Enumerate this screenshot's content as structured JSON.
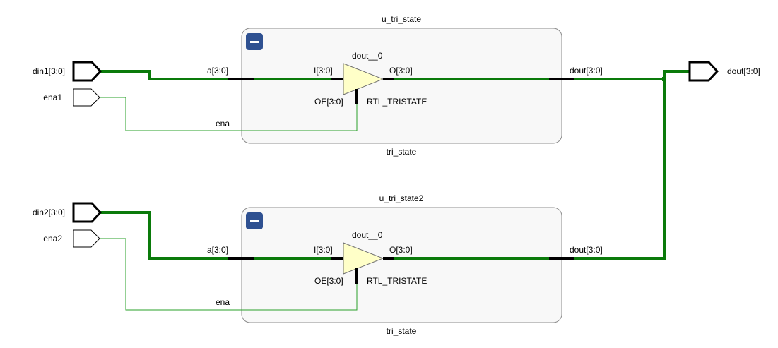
{
  "ports": {
    "din1": "din1[3:0]",
    "ena1": "ena1",
    "din2": "din2[3:0]",
    "ena2": "ena2",
    "dout": "dout[3:0]"
  },
  "instances": [
    {
      "name": "u_tri_state",
      "module": "tri_state",
      "collapse_symbol": "−",
      "pin_a": "a[3:0]",
      "pin_ena": "ena",
      "pin_dout": "dout[3:0]",
      "cell_name": "dout__0",
      "cell_type": "RTL_TRISTATE",
      "cell_pin_i": "I[3:0]",
      "cell_pin_o": "O[3:0]",
      "cell_pin_oe": "OE[3:0]"
    },
    {
      "name": "u_tri_state2",
      "module": "tri_state",
      "collapse_symbol": "−",
      "pin_a": "a[3:0]",
      "pin_ena": "ena",
      "pin_dout": "dout[3:0]",
      "cell_name": "dout__0",
      "cell_type": "RTL_TRISTATE",
      "cell_pin_i": "I[3:0]",
      "cell_pin_o": "O[3:0]",
      "cell_pin_oe": "OE[3:0]"
    }
  ],
  "colors": {
    "bus_net": "#0a7a0a",
    "bit_net": "#2aa02a",
    "instance_fill": "#f8f8f8",
    "buffer_fill": "#ffffc8",
    "collapse_button": "#2f5191"
  }
}
